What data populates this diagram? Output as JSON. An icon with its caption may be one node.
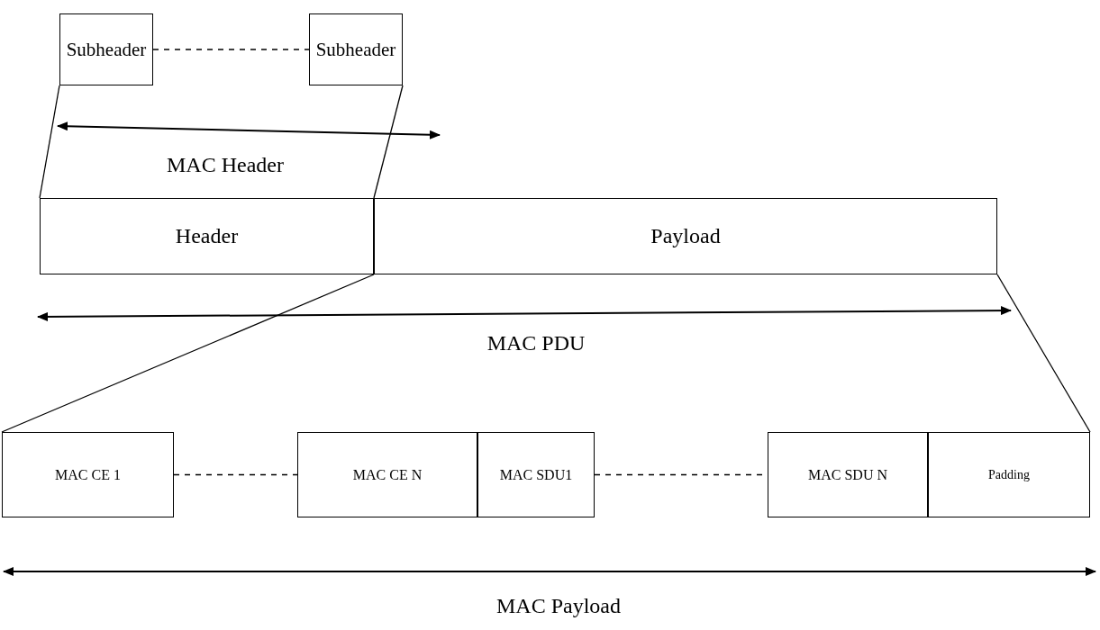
{
  "diagram": {
    "nodes": [
      {
        "text": [
          "Subheader"
        ]
      },
      {
        "text": [
          "Subheader"
        ]
      },
      {
        "text": [
          "Header"
        ]
      },
      {
        "text": [
          "Payload"
        ]
      },
      {
        "text": [
          "MAC CE 1"
        ]
      },
      {
        "text": [
          "MAC CE N"
        ]
      },
      {
        "text": [
          "MAC SDU1"
        ]
      },
      {
        "text": [
          "MAC SDU N"
        ]
      },
      {
        "text": [
          "Padding"
        ]
      }
    ],
    "edges": [
      {
        "from": 0,
        "to": 1,
        "arrow": "none",
        "style": "dashed"
      },
      {
        "from": 4,
        "to": 5,
        "arrow": "none",
        "style": "dashed"
      },
      {
        "from": 6,
        "to": 7,
        "arrow": "none",
        "style": "dashed"
      },
      {
        "from": 0,
        "to": 2,
        "arrow": "none"
      },
      {
        "from": 1,
        "to": 2,
        "arrow": "none"
      },
      {
        "from": 2,
        "to": 4,
        "arrow": "none"
      },
      {
        "from": 3,
        "to": 8,
        "arrow": "none"
      }
    ],
    "labels": [
      "MAC Header",
      "MAC PDU",
      "MAC Payload"
    ]
  }
}
